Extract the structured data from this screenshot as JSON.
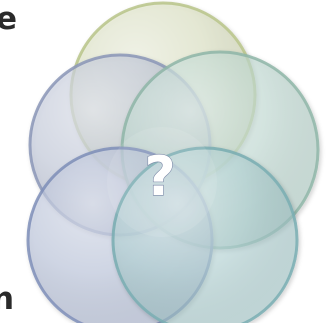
{
  "diagram": {
    "center_symbol": "?",
    "edge_text_top": "e",
    "edge_text_bottom": "n",
    "circles": [
      {
        "name": "circle-top",
        "fill": "#d7dfb7",
        "stroke": "#b8c48a"
      },
      {
        "name": "circle-upper-left",
        "fill": "#b6bfd6",
        "stroke": "#8b97b7"
      },
      {
        "name": "circle-upper-right",
        "fill": "#b8d7ce",
        "stroke": "#8fb6a8"
      },
      {
        "name": "circle-lower-left",
        "fill": "#aebad7",
        "stroke": "#7f8fb8"
      },
      {
        "name": "circle-lower-right",
        "fill": "#a9d0d2",
        "stroke": "#79adb2"
      }
    ],
    "center_color": "#ffffff"
  }
}
